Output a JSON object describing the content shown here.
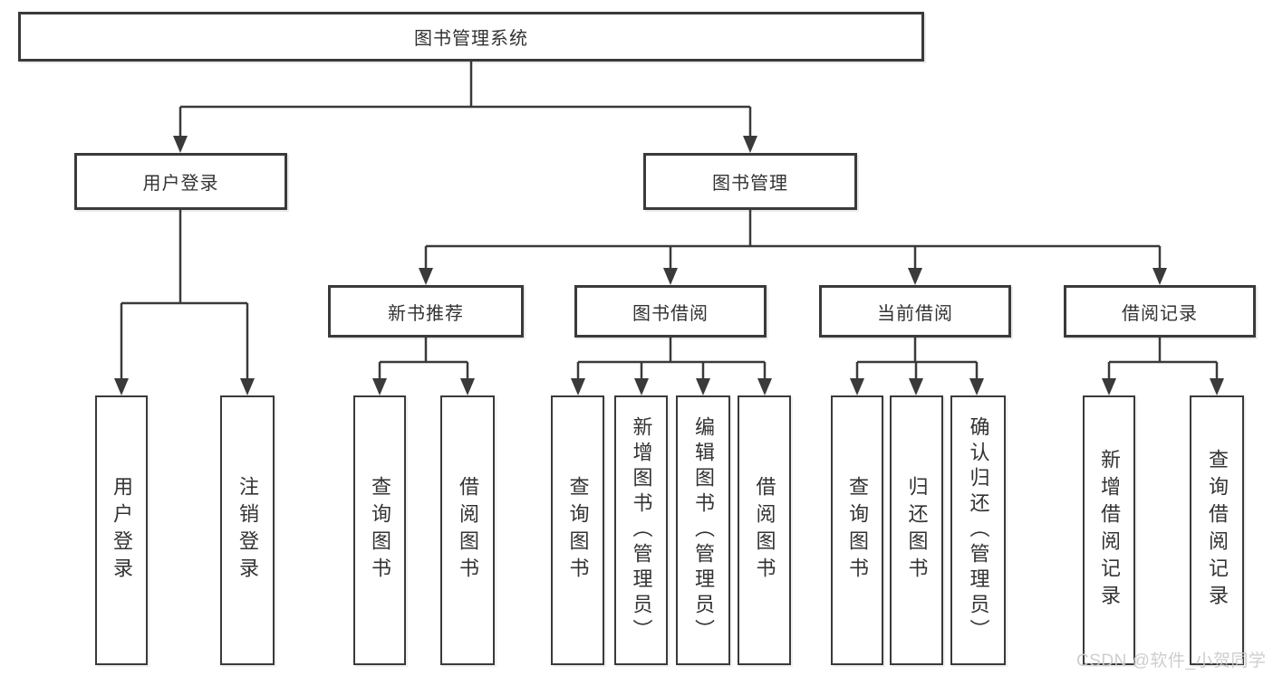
{
  "diagram": {
    "type": "hierarchy-tree",
    "tree": {
      "label": "图书管理系统",
      "children": [
        {
          "label": "用户登录",
          "children": [
            {
              "label": "用户登录"
            },
            {
              "label": "注销登录"
            }
          ]
        },
        {
          "label": "图书管理",
          "children": [
            {
              "label": "新书推荐",
              "children": [
                {
                  "label": "查询图书"
                },
                {
                  "label": "借阅图书"
                }
              ]
            },
            {
              "label": "图书借阅",
              "children": [
                {
                  "label": "查询图书"
                },
                {
                  "label": "新增图书（管理员）"
                },
                {
                  "label": "编辑图书（管理员）"
                },
                {
                  "label": "借阅图书"
                }
              ]
            },
            {
              "label": "当前借阅",
              "children": [
                {
                  "label": "查询图书"
                },
                {
                  "label": "归还图书"
                },
                {
                  "label": "确认归还（管理员）"
                }
              ]
            },
            {
              "label": "借阅记录",
              "children": [
                {
                  "label": "新增借阅记录"
                },
                {
                  "label": "查询借阅记录"
                }
              ]
            }
          ]
        }
      ]
    },
    "colors": {
      "line": "#3a3a3a",
      "box_border": "#3a3a3a",
      "box_fill": "#ffffff",
      "text": "#333333",
      "watermark": "#cbcbcb"
    }
  },
  "watermark": {
    "text": "CSDN @软件_小贺同学"
  }
}
